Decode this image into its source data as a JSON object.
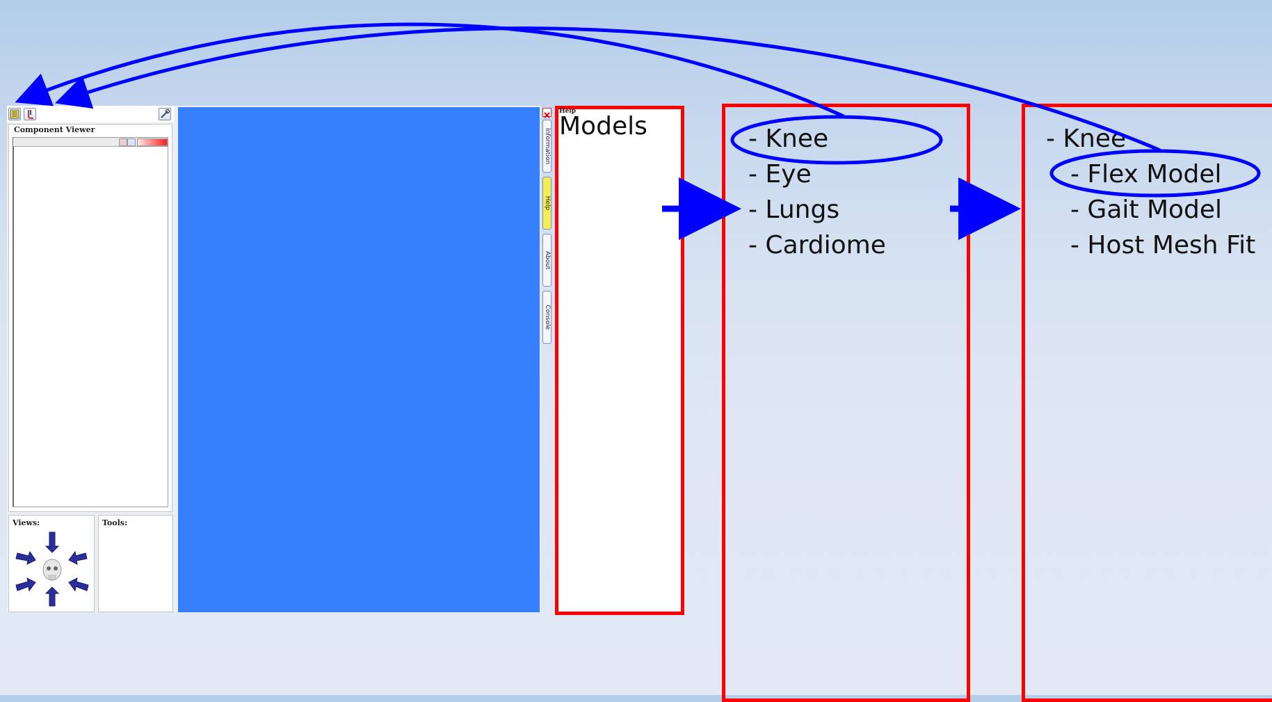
{
  "app": {
    "component_viewer": {
      "title": "Component Viewer"
    },
    "views": {
      "title": "Views:"
    },
    "tools": {
      "title": "Tools:"
    },
    "side_tabs": [
      "Information",
      "Help",
      "About",
      "Console"
    ],
    "side_tabs_active": "Help",
    "help_label": "Help",
    "viewport_color": "#3480ff"
  },
  "models_panel": {
    "title": "Models"
  },
  "list_panel_1": {
    "items": [
      "- Knee",
      "- Eye",
      "- Lungs",
      "- Cardiome"
    ],
    "highlighted": "- Knee"
  },
  "list_panel_2": {
    "items": [
      "- Knee",
      "- Flex Model",
      "- Gait Model",
      "- Host Mesh Fit"
    ],
    "highlighted": "- Flex Model"
  },
  "annotation_colors": {
    "panel_border": "#ff0000",
    "arrows": "#0000ff"
  }
}
